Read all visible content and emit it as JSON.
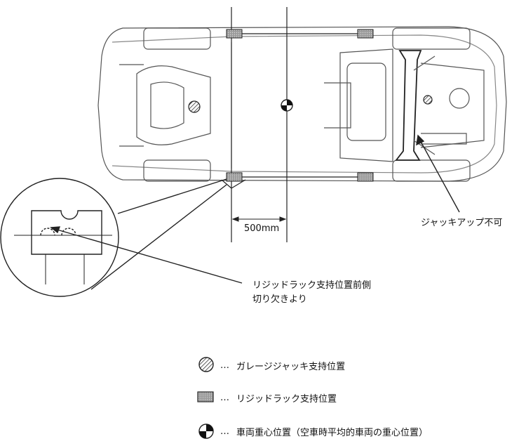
{
  "labels": {
    "dimension": "500mm",
    "no_jack": "ジャッキアップ不可",
    "callout_line1": "リジッドラック支持位置前側",
    "callout_line2": "切り欠きより"
  },
  "legend": [
    {
      "symbol": "hatched-circle-icon",
      "dots": "…",
      "text": "ガレージジャッキ支持位置"
    },
    {
      "symbol": "dotted-square-icon",
      "dots": "…",
      "text": "リジッドラック支持位置"
    },
    {
      "symbol": "center-of-gravity-icon",
      "dots": "…",
      "text": "車両重心位置（空車時平均的車両の重心位置）"
    }
  ],
  "colors": {
    "line": "#222222",
    "fill_gray": "#bdbdbd"
  }
}
